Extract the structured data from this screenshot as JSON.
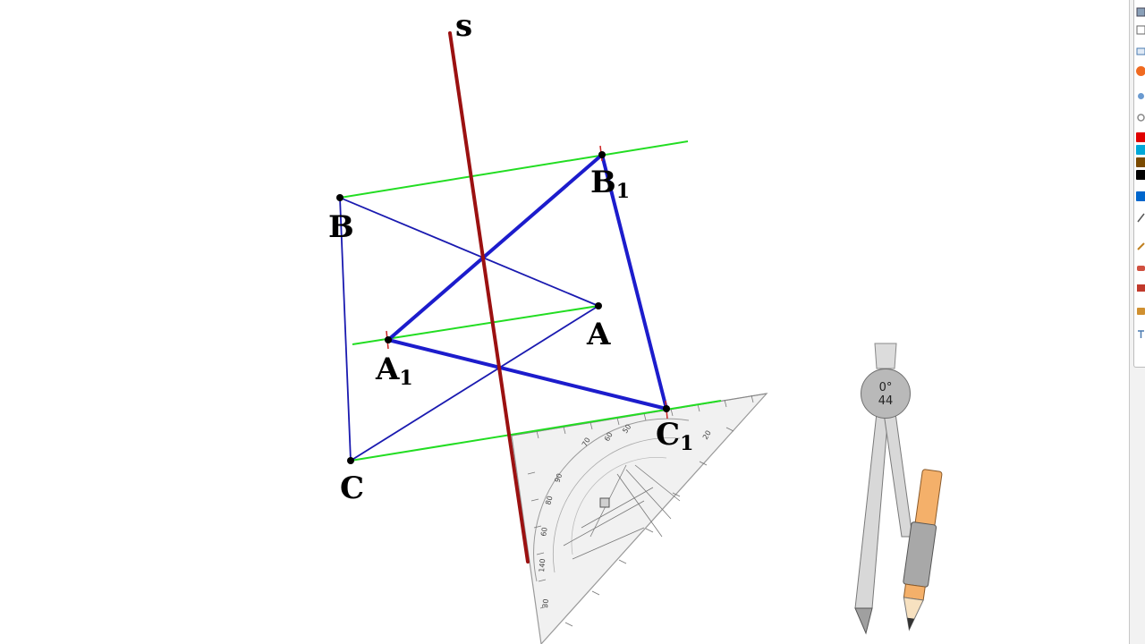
{
  "labels": {
    "axis": "s",
    "A": "A",
    "B": "B",
    "C": "C",
    "A1_base": "A",
    "A1_sub": "1",
    "B1_base": "B",
    "B1_sub": "1",
    "C1_base": "C",
    "C1_sub": "1"
  },
  "compass": {
    "angle": "0°",
    "radius": "44"
  },
  "colors": {
    "axis": "#9b1111",
    "triangle_thin": "#1a1ab0",
    "triangle_thick": "#1c1ccc",
    "guides": "#22dd22",
    "points": "#000000",
    "ruler": "#eeeeee"
  },
  "toolbar": {
    "icons": [
      "cursor-icon",
      "window-icon",
      "circle-record-icon",
      "pin-icon",
      "loop-icon",
      "pen-icon",
      "eraser-icon",
      "bucket-icon",
      "scissors-icon",
      "text-icon"
    ],
    "palette": [
      "#e00000",
      "#00a8d8",
      "#7a4a00",
      "#000000",
      "#0066cc"
    ]
  }
}
